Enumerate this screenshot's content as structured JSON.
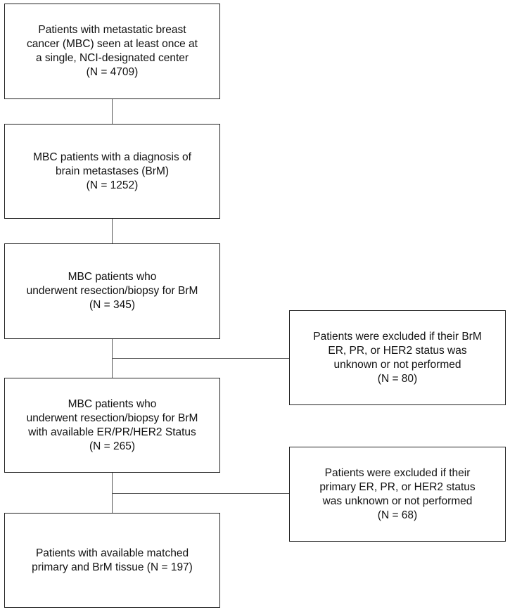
{
  "flowchart": {
    "main_boxes": [
      {
        "id": "mbc-all",
        "lines": [
          "Patients with metastatic breast",
          "cancer (MBC) seen at least once at",
          "a single, NCI-designated center",
          "(N = 4709)"
        ]
      },
      {
        "id": "mbc-brm",
        "lines": [
          "MBC patients with a diagnosis of",
          "brain metastases (BrM)",
          "(N = 1252)"
        ]
      },
      {
        "id": "mbc-resection",
        "lines": [
          "MBC patients who",
          "underwent resection/biopsy for BrM",
          "(N = 345)"
        ]
      },
      {
        "id": "mbc-status",
        "lines": [
          "MBC patients who",
          "underwent resection/biopsy for BrM",
          "with available ER/PR/HER2 Status",
          "(N = 265)"
        ]
      },
      {
        "id": "matched",
        "lines": [
          "Patients with available matched",
          "primary and BrM tissue (N = 197)"
        ]
      }
    ],
    "exclusion_boxes": [
      {
        "id": "excl-brm-status",
        "lines": [
          "Patients were excluded if their BrM",
          "ER, PR, or HER2 status was",
          "unknown or not performed",
          "(N = 80)"
        ]
      },
      {
        "id": "excl-primary-status",
        "lines": [
          "Patients were excluded if their",
          "primary ER, PR, or HER2 status",
          "was unknown or not performed",
          "(N = 68)"
        ]
      }
    ]
  }
}
